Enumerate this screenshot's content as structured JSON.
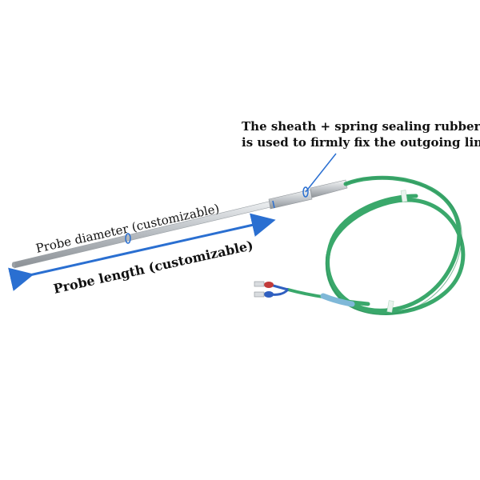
{
  "annotations": {
    "sheath_line1": "The sheath + spring sealing rubber",
    "sheath_line2": "is used to firmly fix the outgoing line",
    "probe_diameter": "Probe diameter (customizable)",
    "probe_length": "Probe length (customizable)"
  },
  "colors": {
    "arrow": "#2a6fd1",
    "cable": "#3aa86b",
    "cable_dark": "#2d8a56",
    "probe": "#c8ccd0",
    "probe_dark": "#8c9196",
    "wire_blue": "#2f5fc0",
    "wire_red": "#c23a3a"
  }
}
